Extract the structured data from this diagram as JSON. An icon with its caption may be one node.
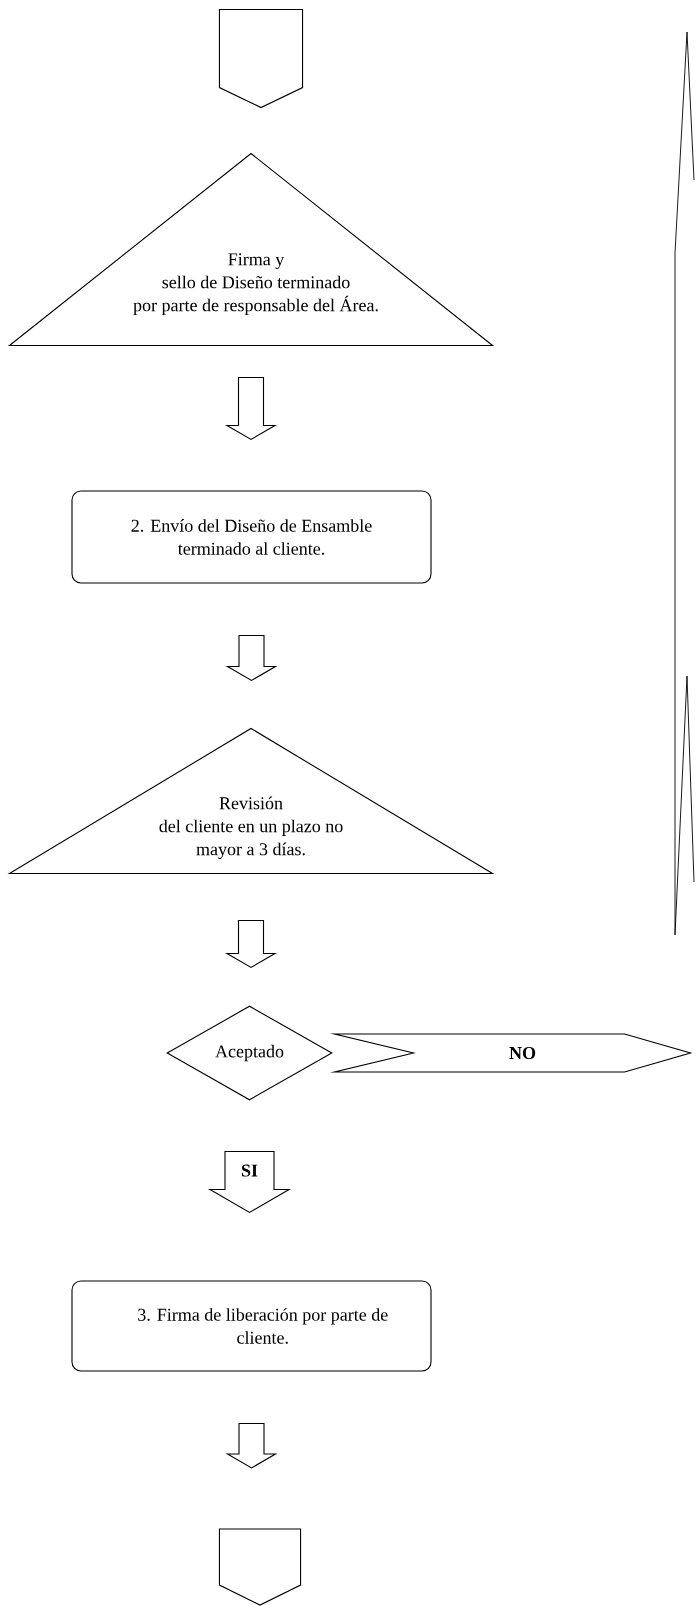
{
  "diagram": {
    "nodes": [
      {
        "text": [],
        "shape": "pentagon"
      },
      {
        "text": [
          "Firma y sello de Diseño terminado por parte de responsable del Área."
        ]
      },
      {
        "text": [
          "2. Envío del Diseño de Ensamble terminado al cliente."
        ]
      },
      {
        "text": [
          "Revisión del cliente en un plazo no mayor a 3 días."
        ]
      },
      {
        "text": [
          "Aceptado"
        ]
      },
      {
        "text": [
          "3. Firma de liberación por parte de cliente."
        ]
      },
      {
        "text": [],
        "shape": "pentagon"
      }
    ],
    "edges": [
      {
        "from": 1,
        "to": 2,
        "arrow": "to"
      },
      {
        "from": 2,
        "to": 3,
        "arrow": "to"
      },
      {
        "from": 3,
        "to": 4,
        "arrow": "to"
      },
      {
        "from": 4,
        "to": 5,
        "arrow": "to",
        "label": "SI"
      },
      {
        "from": 5,
        "to": 6,
        "arrow": "to"
      },
      {
        "from": 4,
        "to": null,
        "arrow": "to",
        "label": "NO"
      }
    ]
  }
}
